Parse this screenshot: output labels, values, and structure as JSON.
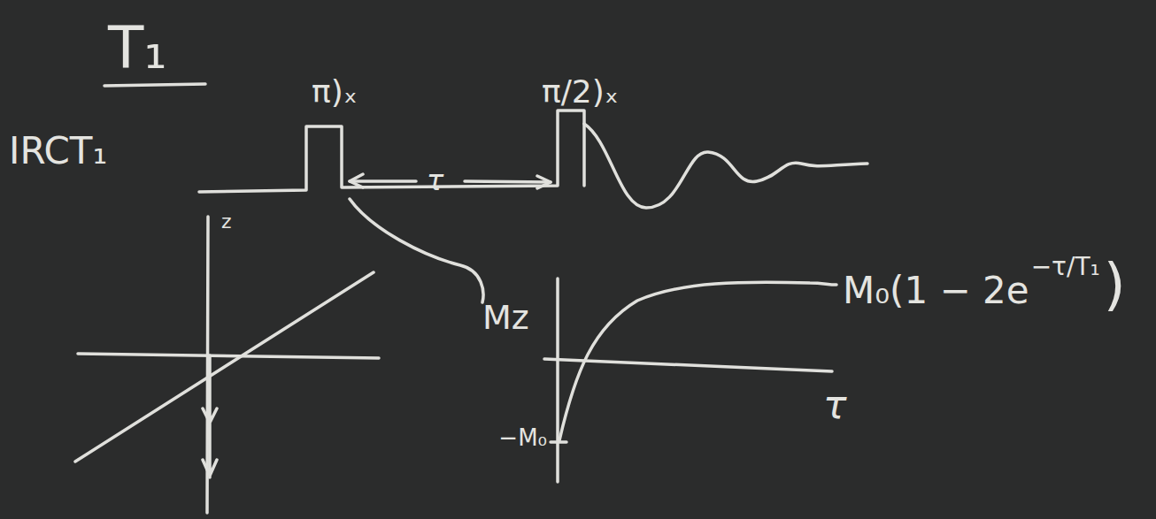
{
  "diagram": {
    "title": "T₁",
    "labels": [
      "IRCT₁",
      "π)ₓ",
      "π/2)ₓ",
      "τ",
      "z",
      "Mz",
      "−M₀",
      "τ",
      "M₀(1 − 2e",
      "−τ/T₁",
      ")"
    ]
  }
}
